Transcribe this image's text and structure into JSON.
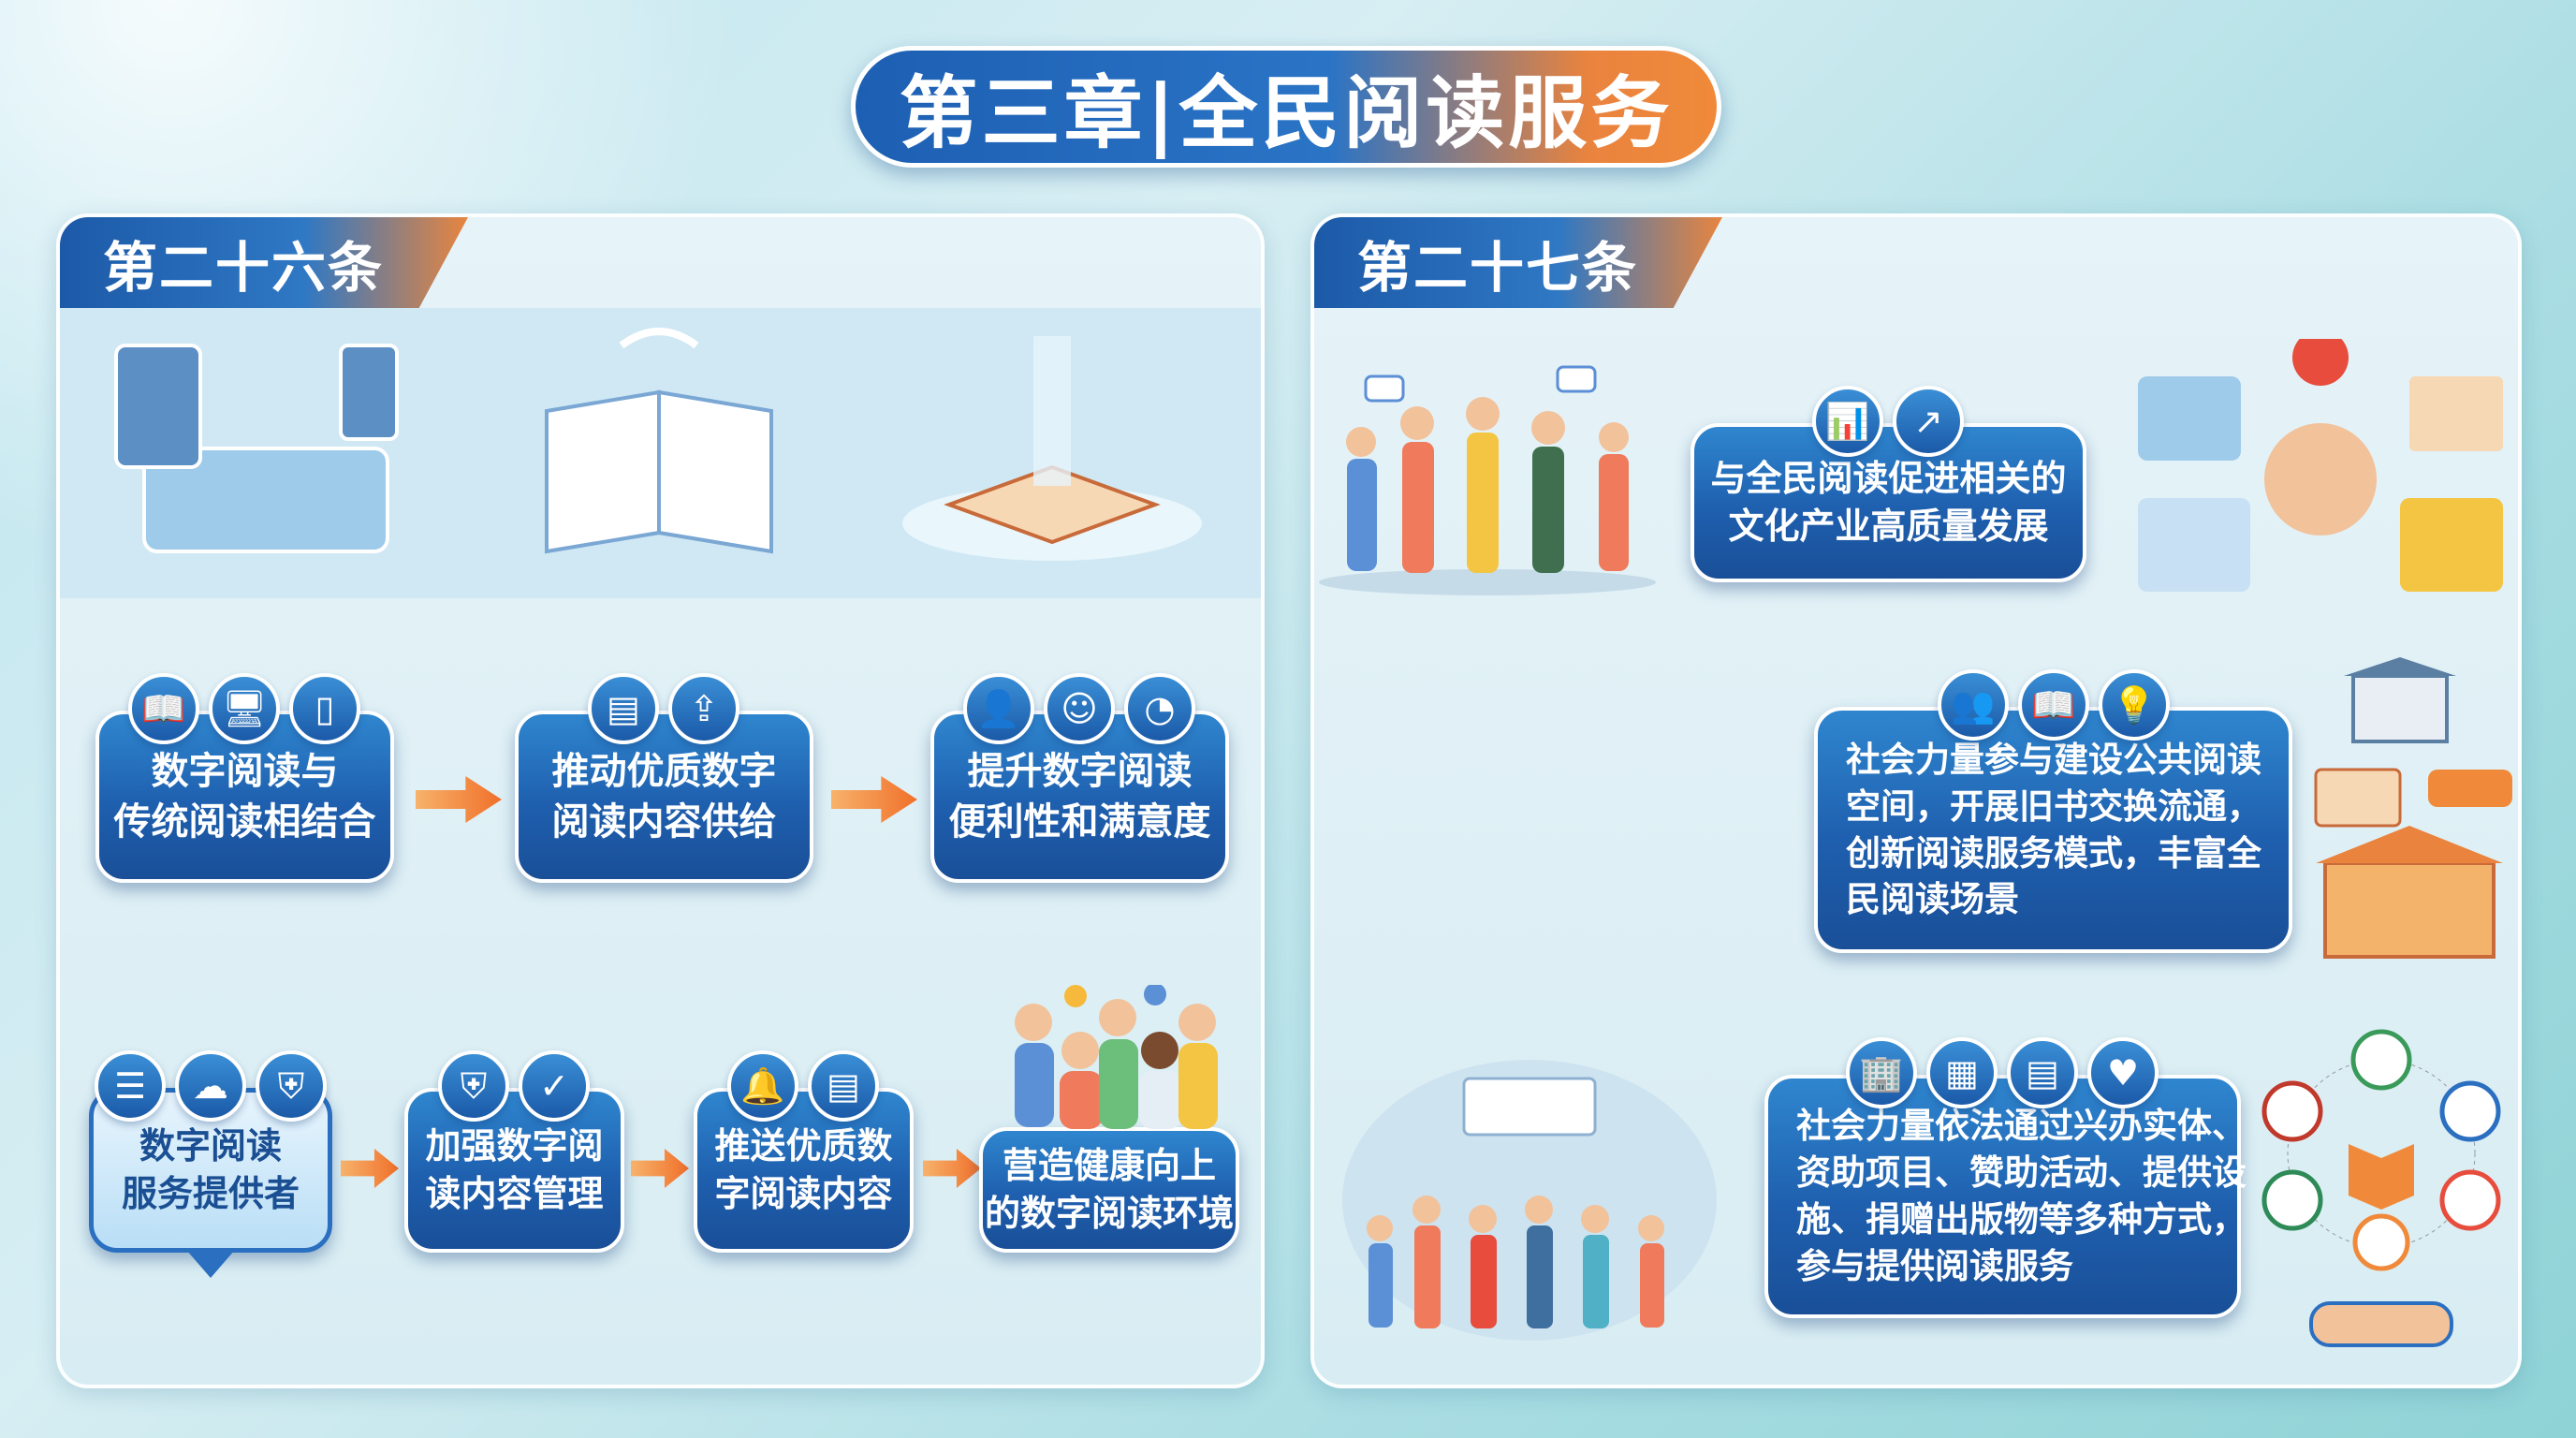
{
  "title": "第三章|全民阅读服务",
  "left": {
    "tab": "第二十六条",
    "row1": [
      {
        "text": "数字阅读与\n传统阅读相结合",
        "icons": [
          "book-icon",
          "devices-icon",
          "tablet-icon"
        ]
      },
      {
        "text": "推动优质数字\n阅读内容供给",
        "icons": [
          "news-icon",
          "upload-icon"
        ]
      },
      {
        "text": "提升数字阅读\n便利性和满意度",
        "icons": [
          "user-icon",
          "smile-icon",
          "gauge-icon"
        ]
      }
    ],
    "row2": [
      {
        "text": "数字阅读\n服务提供者",
        "icons": [
          "server-icon",
          "cloud-upload-icon",
          "shield-icon"
        ]
      },
      {
        "text": "加强数字阅\n读内容管理",
        "icons": [
          "shield-badge-icon",
          "shield-check-icon"
        ]
      },
      {
        "text": "推送优质数\n字阅读内容",
        "icons": [
          "bell-icon",
          "document-icon"
        ]
      },
      {
        "text": "营造健康向上\n的数字阅读环境",
        "icons": []
      }
    ]
  },
  "right": {
    "tab": "第二十七条",
    "items": [
      {
        "text": "与全民阅读促进相关的\n文化产业高质量发展",
        "icons": [
          "bar-chart-icon",
          "trend-up-icon"
        ]
      },
      {
        "text": "社会力量参与建设公共阅读\n空间，开展旧书交换流通，\n创新阅读服务模式，丰富全\n民阅读场景",
        "icons": [
          "community-icon",
          "book-icon",
          "lightbulb-icon"
        ]
      },
      {
        "text": "社会力量依法通过兴办实体、\n资助项目、赞助活动、提供设\n施、捐赠出版物等多种方式，\n参与提供阅读服务",
        "icons": [
          "building-icon",
          "presentation-icon",
          "document-icon",
          "heart-hand-icon"
        ]
      }
    ]
  },
  "colors": {
    "blue": "#1e5fae",
    "orange": "#f0702a"
  }
}
